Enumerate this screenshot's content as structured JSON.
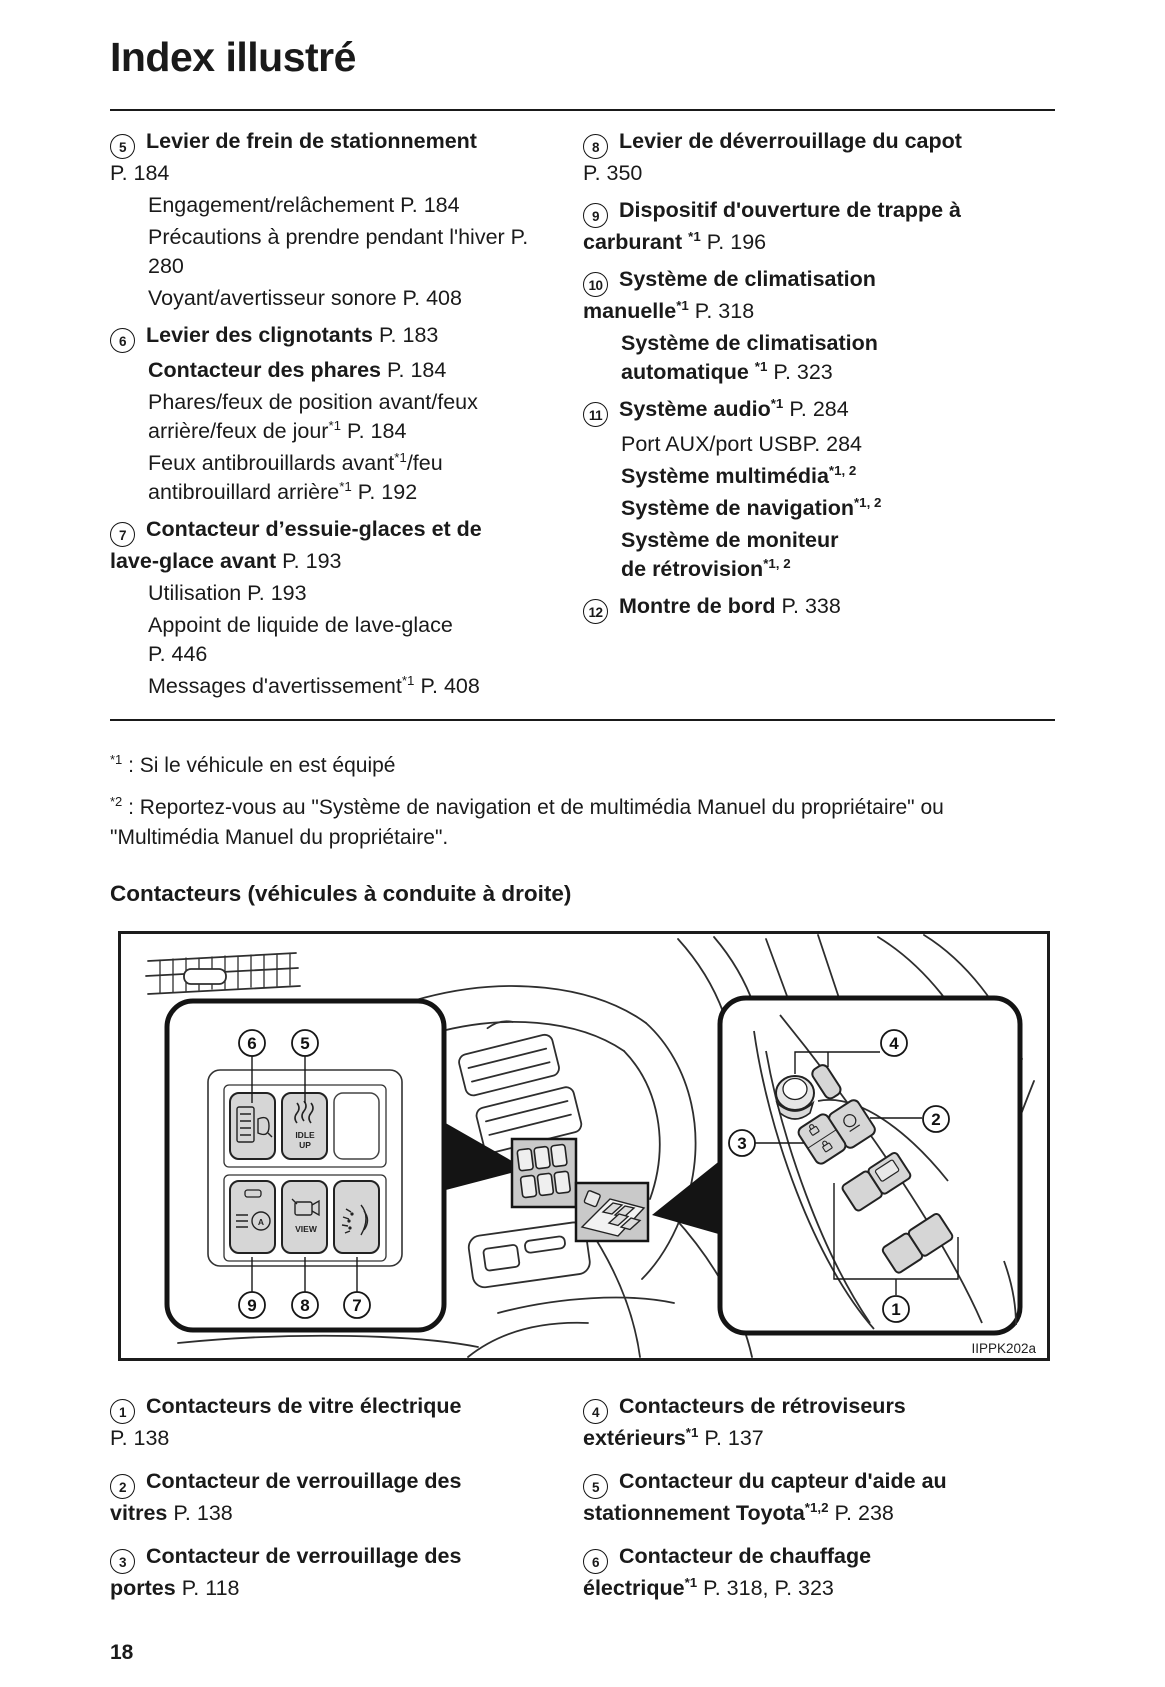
{
  "page": {
    "title": "Index illustré",
    "section_heading": "Contacteurs (véhicules à conduite à droite)",
    "page_number": "18"
  },
  "footnotes": [
    {
      "marker": "*1",
      "text": " : Si le véhicule en est équipé"
    },
    {
      "marker": "*2",
      "text": " : Reportez-vous au \"Système de navigation et de multimédia Manuel du propriétaire\" ou \"Multimédia Manuel du propriétaire\"."
    }
  ],
  "top_index": {
    "left": [
      {
        "num": "5",
        "title": [
          {
            "t": "Levier de frein de stationnement",
            "b": true
          },
          {
            "brk": true
          },
          {
            "t": "P. 184"
          }
        ],
        "subs": [
          [
            {
              "t": "Engagement/relâchement P. 184"
            }
          ],
          [
            {
              "t": "Précautions à prendre pendant l'hiver P. 280"
            }
          ],
          [
            {
              "t": "Voyant/avertisseur sonore P. 408"
            }
          ]
        ]
      },
      {
        "num": "6",
        "title": [
          {
            "t": "Levier des clignotants",
            "b": true
          },
          {
            "t": " P. 183"
          }
        ],
        "subs": [
          [
            {
              "t": "Contacteur des phares",
              "b": true
            },
            {
              "t": " P. 184"
            }
          ],
          [
            {
              "t": "Phares/feux de position avant/feux arrière/feux de jour"
            },
            {
              "t": "*1",
              "sup": true
            },
            {
              "t": " P. 184"
            }
          ],
          [
            {
              "t": "Feux antibrouillards avant"
            },
            {
              "t": "*1",
              "sup": true
            },
            {
              "t": "/feu antibrouillard arrière"
            },
            {
              "t": "*1",
              "sup": true
            },
            {
              "t": " P. 192"
            }
          ]
        ]
      },
      {
        "num": "7",
        "title": [
          {
            "t": "Contacteur d’essuie-glaces et de",
            "b": true
          },
          {
            "brk": true
          },
          {
            "t": "lave-glace avant",
            "b": true
          },
          {
            "t": " P. 193"
          }
        ],
        "subs": [
          [
            {
              "t": "Utilisation P. 193"
            }
          ],
          [
            {
              "t": "Appoint de liquide de lave-glace",
              "brkafter": true
            },
            {
              "brk": true
            },
            {
              "t": "P. 446"
            }
          ],
          [
            {
              "t": "Messages d'avertissement"
            },
            {
              "t": "*1",
              "sup": true
            },
            {
              "t": " P. 408"
            }
          ]
        ]
      }
    ],
    "right": [
      {
        "num": "8",
        "title": [
          {
            "t": "Levier de déverrouillage du capot",
            "b": true
          },
          {
            "brk": true
          },
          {
            "t": "P. 350"
          }
        ],
        "subs": []
      },
      {
        "num": "9",
        "title": [
          {
            "t": "Dispositif d'ouverture de trappe à",
            "b": true
          },
          {
            "brk": true
          },
          {
            "t": "carburant ",
            "b": true
          },
          {
            "t": "*1",
            "sup": true,
            "b": true
          },
          {
            "t": " P. 196"
          }
        ],
        "subs": []
      },
      {
        "num": "10",
        "title": [
          {
            "t": "Système de climatisation",
            "b": true
          },
          {
            "brk": true
          },
          {
            "t": "manuelle",
            "b": true
          },
          {
            "t": "*1",
            "sup": true,
            "b": true
          },
          {
            "t": " P. 318"
          }
        ],
        "subs": [
          [
            {
              "t": "Système de climatisation",
              "b": true
            },
            {
              "brk": true
            },
            {
              "t": "automatique ",
              "b": true
            },
            {
              "t": "*1",
              "sup": true,
              "b": true
            },
            {
              "t": " P. 323"
            }
          ]
        ]
      },
      {
        "num": "11",
        "title": [
          {
            "t": "Système audio",
            "b": true
          },
          {
            "t": "*1",
            "sup": true,
            "b": true
          },
          {
            "t": " P. 284"
          }
        ],
        "subs": [
          [
            {
              "t": "Port AUX/port USBP. 284"
            }
          ],
          [
            {
              "t": "Système multimédia",
              "b": true
            },
            {
              "t": "*1, 2",
              "sup": true,
              "b": true
            }
          ],
          [
            {
              "t": "Système de navigation",
              "b": true
            },
            {
              "t": "*1, 2",
              "sup": true,
              "b": true
            }
          ],
          [
            {
              "t": "Système de moniteur",
              "b": true
            },
            {
              "brk": true
            },
            {
              "t": "de rétrovision",
              "b": true
            },
            {
              "t": "*1, 2",
              "sup": true,
              "b": true
            }
          ]
        ]
      },
      {
        "num": "12",
        "title": [
          {
            "t": "Montre de bord",
            "b": true
          },
          {
            "t": " P. 338"
          }
        ],
        "subs": []
      }
    ]
  },
  "bottom_index": {
    "left": [
      {
        "num": "1",
        "title": [
          {
            "t": "Contacteurs de vitre électrique",
            "b": true
          },
          {
            "brk": true
          },
          {
            "t": "P. 138"
          }
        ],
        "subs": []
      },
      {
        "num": "2",
        "title": [
          {
            "t": "Contacteur de verrouillage des",
            "b": true
          },
          {
            "brk": true
          },
          {
            "t": "vitres",
            "b": true
          },
          {
            "t": " P. 138"
          }
        ],
        "subs": []
      },
      {
        "num": "3",
        "title": [
          {
            "t": "Contacteur de verrouillage des",
            "b": true
          },
          {
            "brk": true
          },
          {
            "t": "portes",
            "b": true
          },
          {
            "t": " P. 118"
          }
        ],
        "subs": []
      }
    ],
    "right": [
      {
        "num": "4",
        "title": [
          {
            "t": "Contacteurs de rétroviseurs",
            "b": true
          },
          {
            "brk": true
          },
          {
            "t": "extérieurs",
            "b": true
          },
          {
            "t": "*1",
            "sup": true,
            "b": true
          },
          {
            "t": " P. 137"
          }
        ],
        "subs": []
      },
      {
        "num": "5",
        "title": [
          {
            "t": "Contacteur du capteur d'aide au",
            "b": true
          },
          {
            "brk": true
          },
          {
            "t": "stationnement Toyota",
            "b": true
          },
          {
            "t": "*1,2",
            "sup": true,
            "b": true
          },
          {
            "t": " P. 238"
          }
        ],
        "subs": []
      },
      {
        "num": "6",
        "title": [
          {
            "t": "Contacteur de chauffage",
            "b": true
          },
          {
            "brk": true
          },
          {
            "t": "électrique",
            "b": true
          },
          {
            "t": "*1",
            "sup": true,
            "b": true
          },
          {
            "t": " P. 318, P. 323"
          }
        ],
        "subs": []
      }
    ]
  },
  "illustration": {
    "figure_code": "IIPPK202a",
    "callouts": [
      "1",
      "2",
      "3",
      "4",
      "5",
      "6",
      "7",
      "8",
      "9"
    ],
    "labels": {
      "idle": "IDLE",
      "up": "UP",
      "view": "VIEW",
      "auto": "A"
    }
  }
}
